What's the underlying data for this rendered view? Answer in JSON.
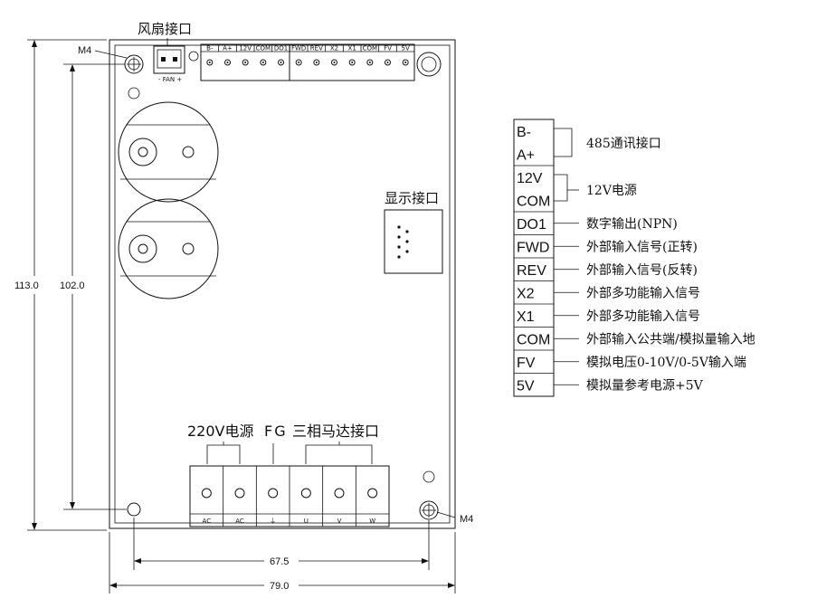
{
  "board": {
    "fan_port_label": "风扇接口",
    "fan_pins_label": "- FAN +",
    "display_port_label": "显示接口",
    "mount_label_top": "M4",
    "mount_label_bottom": "M4",
    "top_terminals": [
      "B-",
      "A+",
      "12V",
      "COM",
      "DO1",
      "FWD",
      "REV",
      "X2",
      "X1",
      "COM",
      "FV",
      "5V"
    ],
    "power_label": "220V电源",
    "fg_label": "FG",
    "motor_label": "三相马达接口",
    "bottom_terminals": [
      "AC",
      "AC",
      "⏚",
      "U",
      "V",
      "W"
    ]
  },
  "dimensions": {
    "height_outer": "113.0",
    "height_inner": "102.0",
    "width_inner": "67.5",
    "width_outer": "79.0"
  },
  "legend": {
    "group_485": "485通讯接口",
    "group_12v": "12V电源",
    "rows": [
      {
        "pin": "B-",
        "desc": ""
      },
      {
        "pin": "A+",
        "desc": ""
      },
      {
        "pin": "12V",
        "desc": ""
      },
      {
        "pin": "COM",
        "desc": ""
      },
      {
        "pin": "DO1",
        "desc": "数字输出(NPN)"
      },
      {
        "pin": "FWD",
        "desc": "外部输入信号(正转)"
      },
      {
        "pin": "REV",
        "desc": "外部输入信号(反转)"
      },
      {
        "pin": "X2",
        "desc": "外部多功能输入信号"
      },
      {
        "pin": "X1",
        "desc": "外部多功能输入信号"
      },
      {
        "pin": "COM",
        "desc": "外部输入公共端/模拟量输入地"
      },
      {
        "pin": "FV",
        "desc": "模拟电压0-10V/0-5V输入端"
      },
      {
        "pin": "5V",
        "desc": "模拟量参考电源+5V"
      }
    ]
  }
}
